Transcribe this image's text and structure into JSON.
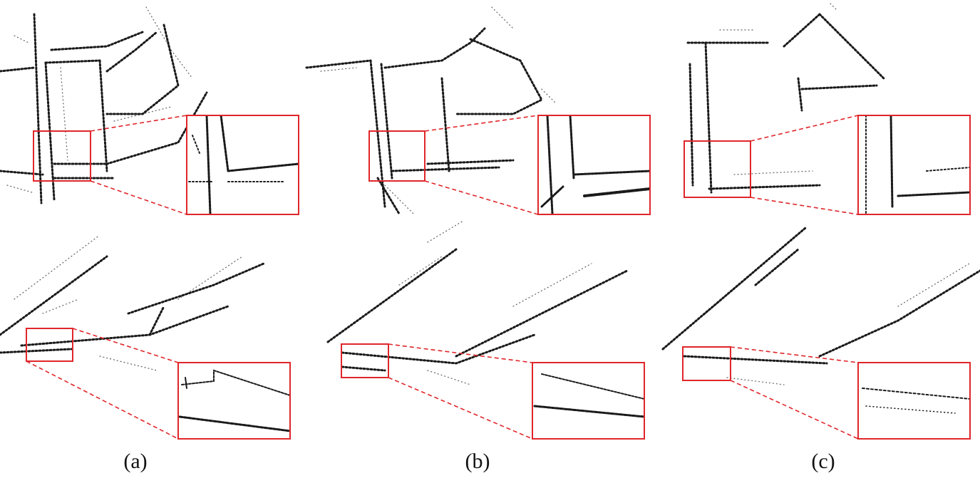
{
  "figure": {
    "captions": [
      "(a)",
      "(b)",
      "(c)"
    ]
  },
  "colors": {
    "map_points": "#1a1a1a",
    "highlight_box": "#e0262a",
    "background": "#ffffff"
  }
}
